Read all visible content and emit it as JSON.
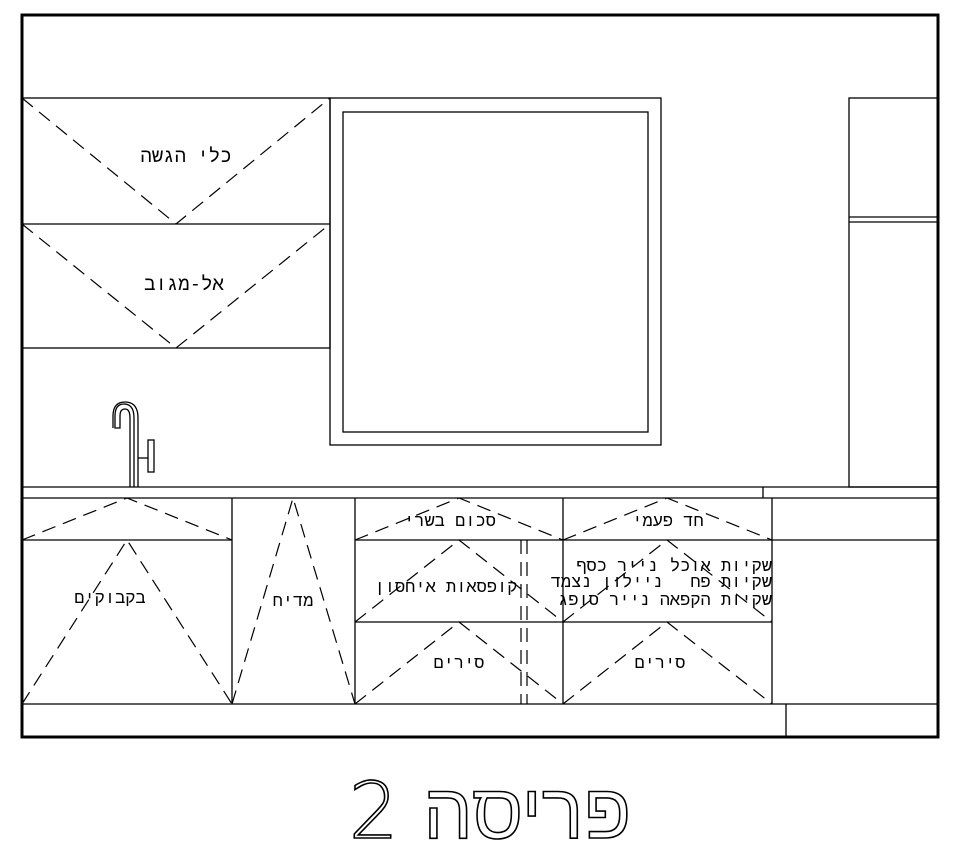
{
  "drawing_title": "פריסה 2",
  "upper_cabinets": [
    "כלי הגשה",
    "אל-מגוב"
  ],
  "lower_cabinets": {
    "bottles": "בקבוקים",
    "dishwasher": "מדיח",
    "meat_cutlery": "סכום בשרי",
    "storage_boxes": "קופסאות איחסון",
    "pots_left": "סירים",
    "disposable": "חד פעמי",
    "pots_right": "סירים",
    "disposables_list": [
      {
        "right": "שקיות אוכל",
        "left": "נייר כסף"
      },
      {
        "right": "שקיות פח",
        "left": "ניילון נצמד"
      },
      {
        "right": "שקיות הקפאה",
        "left": "נייר סופג"
      }
    ]
  }
}
